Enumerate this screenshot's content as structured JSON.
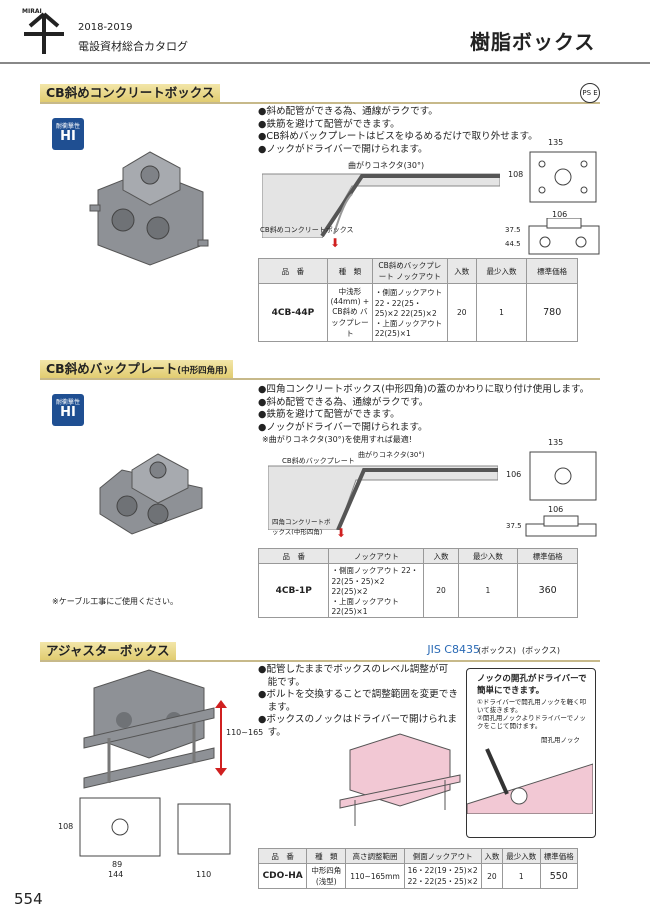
{
  "header": {
    "brand": "MIRAI",
    "year": "2018-2019",
    "catalog": "電設資材総合カタログ",
    "page_title": "樹脂ボックス"
  },
  "section1": {
    "title": "CB斜めコンクリートボックス",
    "ps_mark": "PS E",
    "badge_line1": "耐衝撃性",
    "badge_line2": "HI",
    "bullets": [
      "●斜め配管ができる為、通線がラクです。",
      "●鉄筋を避けて配管ができます。",
      "●CB斜めバックプレートはビスをゆるめるだけで取り外せます。",
      "●ノックがドライバーで開けられます。"
    ],
    "diagram_labels": {
      "conduit": "曲がりコネクタ(30°)",
      "box": "CB斜めコンクリートボックス"
    },
    "dims": {
      "w": "135",
      "h": "108",
      "d": "106",
      "h2": "44.5",
      "h3": "37.5"
    },
    "table": {
      "headers": [
        "品　番",
        "種　類",
        "CB斜めバックプレート ノックアウト",
        "入数",
        "最少入数",
        "標準価格"
      ],
      "row": {
        "code": "4CB-44P",
        "type": "中浅形(44mm) + CB斜め バックプレート",
        "knockout1": "・側面ノックアウト 22・22(25・25)×2 22(25)×2",
        "knockout2": "・上面ノックアウト 22(25)×1",
        "qty": "20",
        "min": "1",
        "price": "780"
      }
    }
  },
  "section2": {
    "title": "CB斜めバックプレート",
    "subtitle": "(中形四角用)",
    "badge_line1": "耐衝撃性",
    "badge_line2": "HI",
    "bullets": [
      "●四角コンクリートボックス(中形四角)の蓋のかわりに取り付け使用します。",
      "●斜め配管できる為、通線がラクです。",
      "●鉄筋を避けて配管ができます。",
      "●ノックがドライバーで開けられます。"
    ],
    "diagram_note": "※曲がりコネクタ(30°)を使用すれば最適!",
    "diagram_labels": {
      "plate": "CB斜めバックプレート",
      "conduit": "曲がりコネクタ(30°)",
      "box": "四角コンクリートボックス(中形四角)"
    },
    "dims": {
      "w": "135",
      "h": "106",
      "d": "106",
      "h2": "37.5"
    },
    "cable_note": "※ケーブル工事にご使用ください。",
    "table": {
      "headers": [
        "品　番",
        "ノックアウト",
        "入数",
        "最少入数",
        "標準価格"
      ],
      "row": {
        "code": "4CB-1P",
        "knockout1": "・側面ノックアウト 22・22(25・25)×2 22(25)×2",
        "knockout2": "・上面ノックアウト 22(25)×1",
        "qty": "20",
        "min": "1",
        "price": "360"
      }
    }
  },
  "section3": {
    "title": "アジャスターボックス",
    "jis": "JIS C8435",
    "jis_note1": "(ボックス)",
    "jis_note2": "(ボックス)",
    "bullets": [
      "●配管したままでボックスのレベル調整が可",
      "　能です。",
      "●ボルトを交換することで調整範囲を変更でき",
      "　ます。",
      "●ボックスのノックはドライバーで開けられま",
      "　す。"
    ],
    "callout_title1": "ノックの開孔がドライバーで",
    "callout_title2": "簡単にできます。",
    "callout_steps": [
      "①ドライバーで開孔用ノックを軽く叩いて抜きます。",
      "②開孔用ノックよりドライバーでノックをこじて開けます。"
    ],
    "callout_label": "開孔用ノック",
    "dims": {
      "adj": "110~165",
      "w": "89",
      "w2": "144",
      "h": "108",
      "d": "110"
    },
    "table": {
      "headers": [
        "品　番",
        "種　類",
        "高さ調整範囲",
        "側面ノックアウト",
        "入数",
        "最少入数",
        "標準価格"
      ],
      "row": {
        "code": "CDO-HA",
        "type": "中形四角(浅型)",
        "range": "110~165mm",
        "knockout": "16・22(19・25)×2 22・22(25・25)×2",
        "qty": "20",
        "min": "1",
        "price": "550"
      }
    }
  },
  "page_number": "554"
}
